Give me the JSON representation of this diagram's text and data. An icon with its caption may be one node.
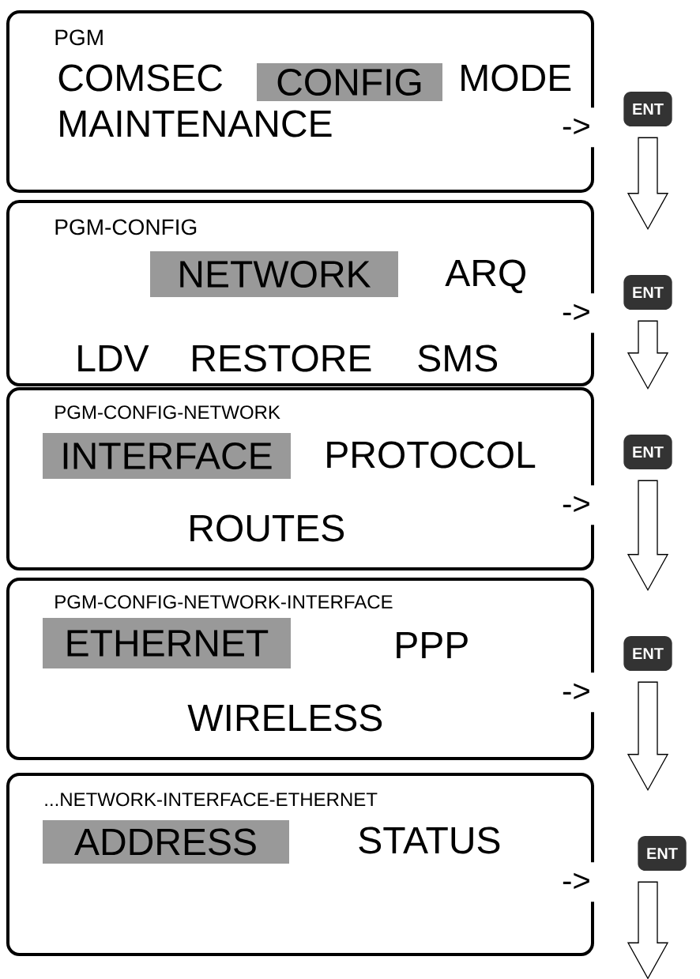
{
  "diagram": {
    "nodes": [
      {
        "text": [
          "PGM",
          "COMSEC",
          "MODE",
          "MAINTENANCE"
        ]
      },
      {
        "text": [
          "CONFIG"
        ],
        "in": 0
      },
      {
        "text": [
          "ENT"
        ]
      },
      {
        "text": [
          "PGM-CONFIG",
          "ARQ",
          "LDV",
          "RESTORE",
          "SMS"
        ]
      },
      {
        "text": [
          "NETWORK"
        ],
        "in": 3
      },
      {
        "text": [
          "ENT"
        ]
      },
      {
        "text": [
          "PGM-CONFIG-NETWORK",
          "PROTOCOL",
          "ROUTES"
        ]
      },
      {
        "text": [
          "INTERFACE"
        ],
        "in": 6
      },
      {
        "text": [
          "ENT"
        ]
      },
      {
        "text": [
          "PGM-CONFIG-NETWORK-INTERFACE",
          "PPP",
          "WIRELESS"
        ]
      },
      {
        "text": [
          "ETHERNET"
        ],
        "in": 9
      },
      {
        "text": [
          "ENT"
        ]
      },
      {
        "text": [
          "...NETWORK-INTERFACE-ETHERNET",
          "STATUS"
        ]
      },
      {
        "text": [
          "ADDRESS"
        ],
        "in": 12
      },
      {
        "text": [
          "ENT"
        ]
      }
    ],
    "edges": [
      {
        "from": 2,
        "to": 5,
        "arrow": "to"
      },
      {
        "from": 5,
        "to": 8,
        "arrow": "to"
      },
      {
        "from": 8,
        "to": 11,
        "arrow": "to"
      },
      {
        "from": 11,
        "to": 14,
        "arrow": "to"
      },
      {
        "from": 14,
        "to": null,
        "arrow": "to"
      }
    ],
    "labels": [
      "->",
      "->",
      "->",
      "->",
      "->"
    ]
  }
}
